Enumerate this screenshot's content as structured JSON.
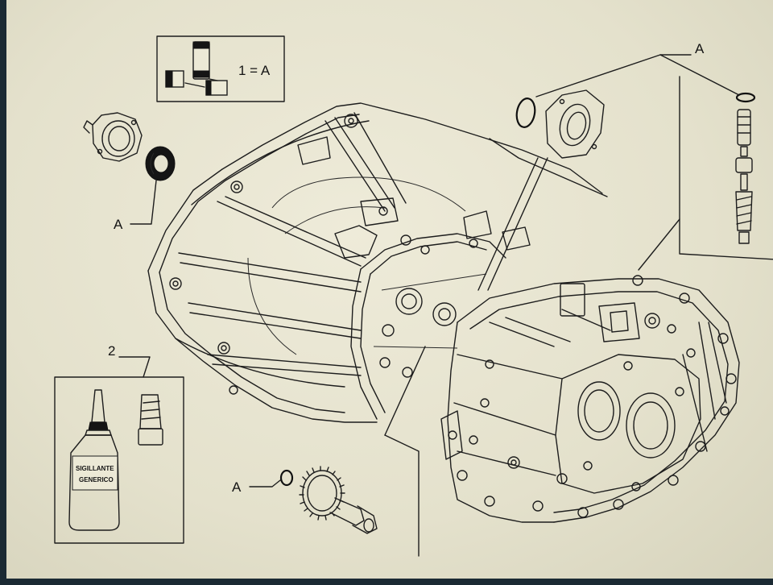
{
  "legend": {
    "equation": "1 = A"
  },
  "callouts": {
    "seal_left": "A",
    "oring_top": "A",
    "oring_bottom": "A"
  },
  "sealant": {
    "number": "2",
    "bottle_text_line1": "SIGILLANTE",
    "bottle_text_line2": "GENERICO"
  },
  "colors": {
    "paper": "#e6e3cf",
    "ink": "#1d1d1d",
    "background": "#1b2a33"
  }
}
